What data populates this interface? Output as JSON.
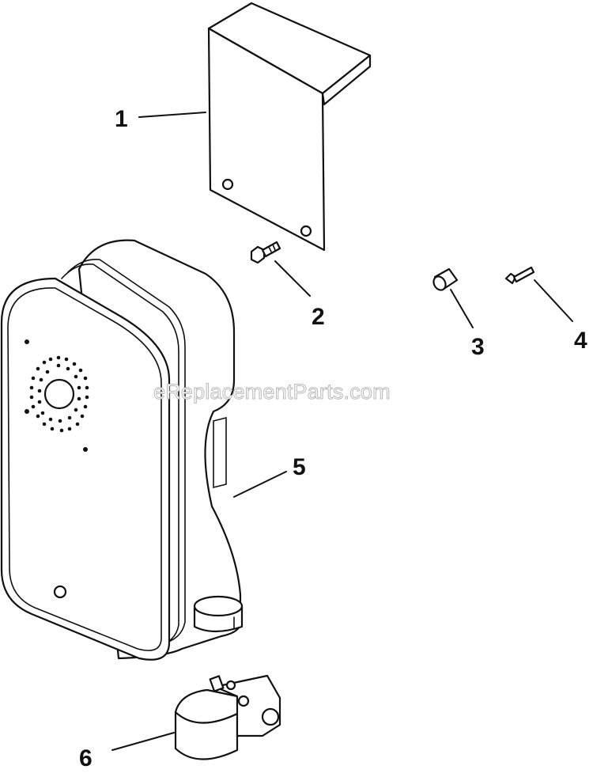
{
  "watermark": "eReplacementParts.com",
  "callouts": [
    {
      "id": "1",
      "part": "bracket"
    },
    {
      "id": "2",
      "part": "screw"
    },
    {
      "id": "3",
      "part": "spacer"
    },
    {
      "id": "4",
      "part": "bolt"
    },
    {
      "id": "5",
      "part": "muffler"
    },
    {
      "id": "6",
      "part": "clamp"
    }
  ],
  "colors": {
    "line": "#111111",
    "background": "#ffffff",
    "watermark": "#b9b9b9"
  }
}
